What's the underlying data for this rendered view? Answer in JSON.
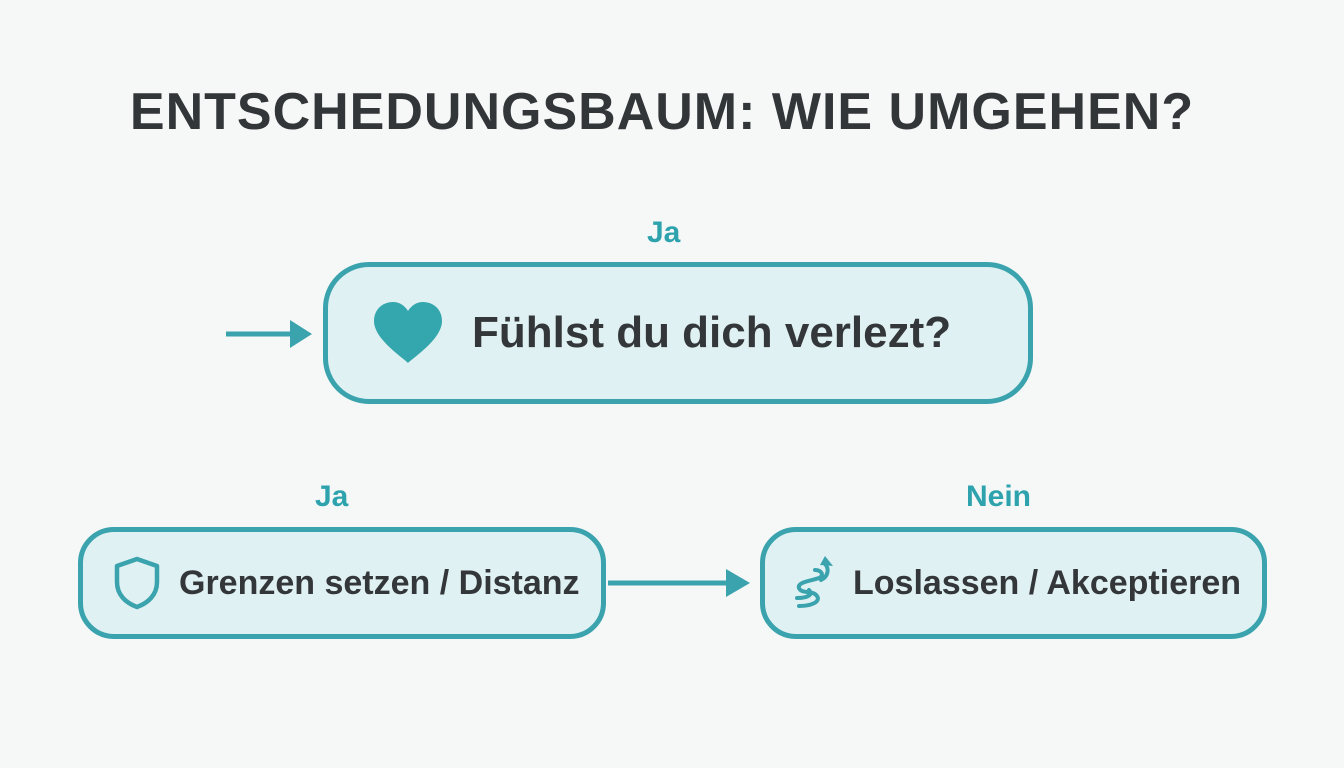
{
  "title": "ENTSCHEDUNGSBAUM: WIE UMGEHEN?",
  "branch_labels": {
    "top": "Ja",
    "left": "Ja",
    "right": "Nein"
  },
  "nodes": {
    "question": {
      "label": "Fühlst du dich verlezt?",
      "icon": "heart-icon"
    },
    "boundaries": {
      "label": "Grenzen setzen / Distanz",
      "icon": "shield-icon"
    },
    "let_go": {
      "label": "Loslassen / Akceptieren",
      "icon": "flow-arrow-icon"
    }
  },
  "colors": {
    "accent": "#3aa3ad",
    "node_fill": "#dff1f2",
    "text": "#34373a",
    "label": "#2ea3ae",
    "background": "#f6f8f8"
  }
}
